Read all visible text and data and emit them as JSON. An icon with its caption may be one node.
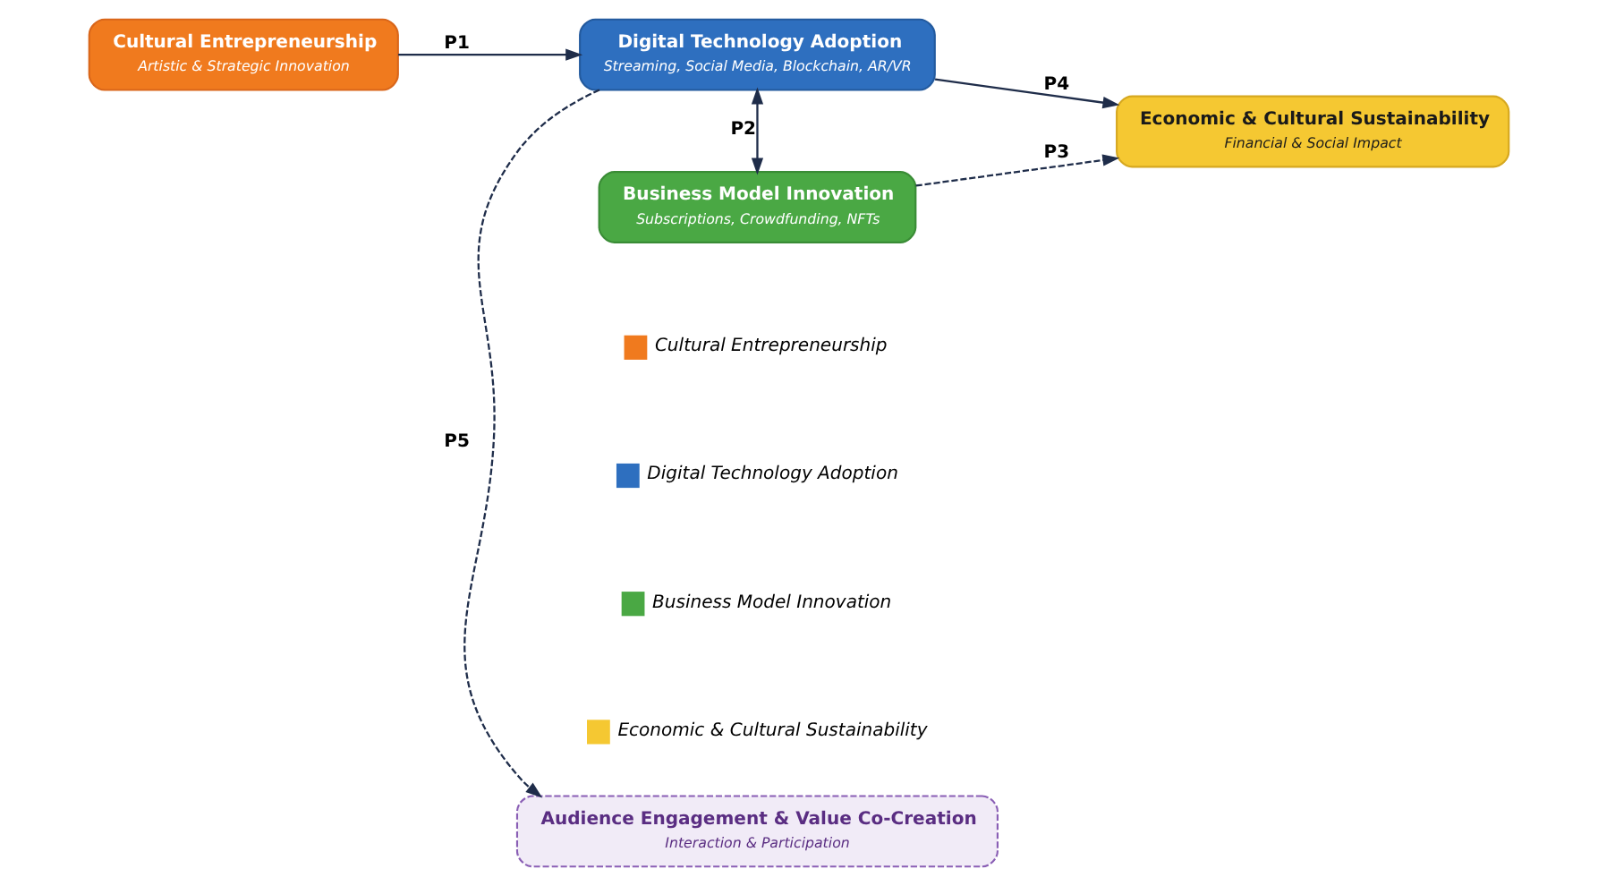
{
  "diagram": {
    "nodes": [
      {
        "text": [
          "Cultural Entrepreneurship",
          "Artistic & Strategic Innovation"
        ]
      },
      {
        "text": [
          "Audience Engagement & Value Co-Creation",
          "Interaction & Participation"
        ]
      },
      {
        "text": [
          "Digital Technology Adoption",
          "Streaming, Social Media, Blockchain, AR/VR"
        ]
      },
      {
        "text": [
          "Business Model Innovation",
          "Subscriptions, Crowdfunding, NFTs"
        ]
      },
      {
        "text": [
          "Economic & Cultural Sustainability",
          "Financial & Social Impact"
        ]
      }
    ],
    "edges": [
      {
        "from": 0,
        "to": 2,
        "arrow": "to",
        "label": "P1"
      },
      {
        "from": 2,
        "to": 1,
        "arrow": "to",
        "label": "P5",
        "style": "dashed"
      },
      {
        "from": 2,
        "to": 3,
        "arrow": "both",
        "label": "P2"
      },
      {
        "from": 2,
        "to": 4,
        "arrow": "to",
        "label": "P4"
      },
      {
        "from": 3,
        "to": 4,
        "arrow": "to",
        "label": "P3",
        "style": "dashed"
      }
    ],
    "legend": [
      {
        "text": "Cultural Entrepreneurship",
        "color": "#f07a1e"
      },
      {
        "text": "Digital Technology Adoption",
        "color": "#2e6fbf"
      },
      {
        "text": "Business Model Innovation",
        "color": "#4aa844"
      },
      {
        "text": "Economic & Cultural Sustainability",
        "color": "#f5c832"
      }
    ]
  }
}
